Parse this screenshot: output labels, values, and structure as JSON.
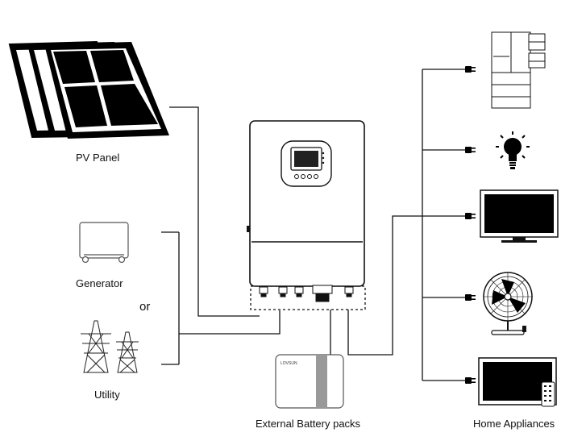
{
  "labels": {
    "pv_panel": "PV Panel",
    "generator": "Generator",
    "or": "or",
    "utility": "Utility",
    "battery": "External Battery packs",
    "home": "Home Appliances",
    "battery_brand": "LOVSUN"
  },
  "icons": {
    "pv": "solar-panel-icon",
    "generator": "generator-icon",
    "utility": "power-tower-icon",
    "inverter": "inverter-icon",
    "battery": "battery-pack-icon",
    "fridge": "refrigerator-icon",
    "bulb": "light-bulb-icon",
    "tv": "television-icon",
    "fan": "fan-icon",
    "monitor": "monitor-icon",
    "plug": "plug-icon"
  },
  "colors": {
    "line": "#111111",
    "fill_dark": "#000000",
    "background": "#ffffff"
  }
}
